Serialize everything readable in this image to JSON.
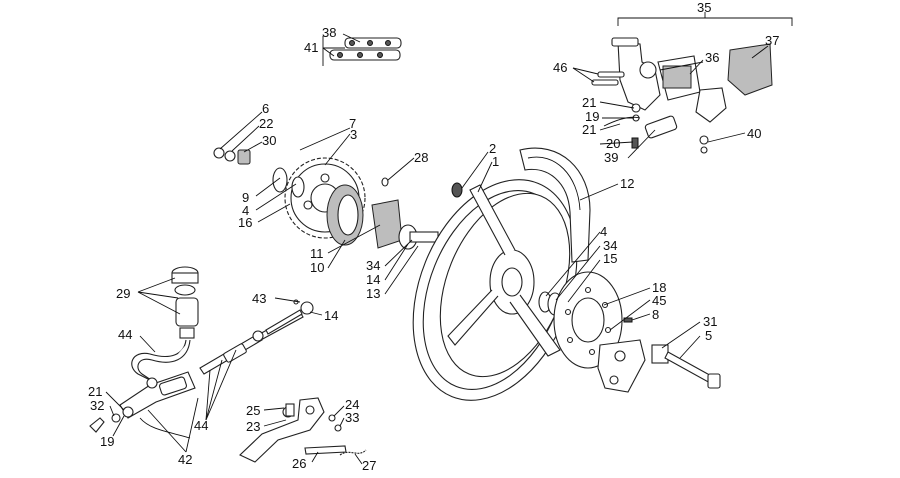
{
  "diagram": {
    "labels": [
      "35",
      "38",
      "41",
      "36",
      "37",
      "46",
      "21",
      "19",
      "21",
      "20",
      "39",
      "40",
      "6",
      "22",
      "30",
      "7",
      "3",
      "28",
      "2",
      "1",
      "12",
      "9",
      "4",
      "16",
      "11",
      "10",
      "4",
      "34",
      "15",
      "34",
      "14",
      "13",
      "18",
      "45",
      "8",
      "29",
      "43",
      "14",
      "31",
      "5",
      "44",
      "21",
      "32",
      "19",
      "42",
      "44",
      "25",
      "23",
      "24",
      "33",
      "26",
      "27"
    ]
  }
}
